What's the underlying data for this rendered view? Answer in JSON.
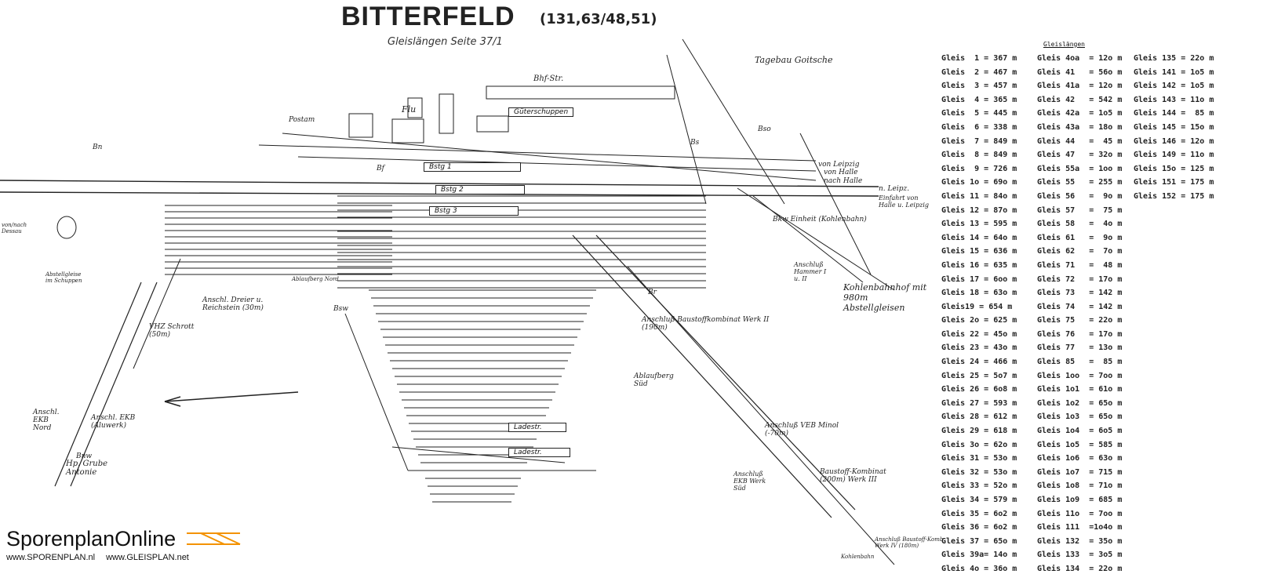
{
  "header": {
    "title": "BITTERFELD",
    "code": "(131,63/48,51)",
    "subtitle": "Gleislängen Seite 37/1"
  },
  "labels": {
    "bhf_str": "Bhf-Str.",
    "tagebau": "Tagebau Goitsche",
    "gueterschuppen": "Güterschuppen",
    "flu": "Flu",
    "postam": "Postam",
    "dessau": "von/nach Dessau",
    "bstg1": "Bstg 1",
    "bstg2": "Bstg 2",
    "bstg3": "Bstg 3",
    "ladestr1": "Ladestr.",
    "ladestr2": "Ladestr.",
    "von_leipzig": "von Leipzig",
    "von_halle": "von Halle",
    "nach_halle": "nach Halle",
    "nach_leipzig": "n. Leipz.",
    "einfahrt": "Einfahrt von Halle u. Leipzig",
    "bkw_einheit": "Bkw Einheit (Kohlenbahn)",
    "hammer": "Anschluß Hammer I u. II",
    "kohlenbahnhof": "Kohlenbahnhof mit 980m Abstellgleisen",
    "schuppen": "Abstellgleise im Schuppen",
    "dreier": "Anschl. Dreier u. Reichstein (30m)",
    "ablaufberg_nord": "Ablaufberg Nord",
    "ablaufberg_sued": "Ablaufberg Süd",
    "vhz": "VHZ Schrott (50m)",
    "ekb_nord": "Anschl. EKB Nord",
    "ekb_aluwerk": "Anschl. EKB (Aluwerk)",
    "grube": "Hp. Grube Antonie",
    "baustoff2": "Anschluß Baustoffkombinat Werk II (190m)",
    "minol": "Anschluß VEB Minol (-70m)",
    "baustoff3": "Baustoff-Kombinat (200m) Werk III",
    "ekb_sued": "Anschluß EKB Werk Süd",
    "baustoff4": "Anschluß Baustoff-Komb. Werk IV (180m)",
    "kohlenbahn": "Kohlenbahn",
    "stellwerke": [
      "Bn",
      "Bf",
      "Bs",
      "Bso",
      "Br",
      "Bsw",
      "Bnw"
    ]
  },
  "gleislaengen": {
    "header": "Gleislängen",
    "columns": [
      [
        "Gleis  1 = 367 m",
        "Gleis  2 = 467 m",
        "Gleis  3 = 457 m",
        "Gleis  4 = 365 m",
        "Gleis  5 = 445 m",
        "Gleis  6 = 338 m",
        "Gleis  7 = 849 m",
        "Gleis  8 = 849 m",
        "Gleis  9 = 726 m",
        "Gleis 1o = 69o m",
        "Gleis 11 = 84o m",
        "Gleis 12 = 87o m",
        "Gleis 13 = 595 m",
        "Gleis 14 = 64o m",
        "Gleis 15 = 636 m",
        "Gleis 16 = 635 m",
        "Gleis 17 = 6oo m",
        "Gleis 18 = 63o m",
        "Gleis19 = 654 m",
        "Gleis 2o = 625 m",
        "Gleis 22 = 45o m",
        "Gleis 23 = 43o m",
        "Gleis 24 = 466 m",
        "Gleis 25 = 5o7 m",
        "Gleis 26 = 6o8 m",
        "Gleis 27 = 593 m",
        "Gleis 28 = 612 m",
        "Gleis 29 = 618 m",
        "Gleis 3o = 62o m",
        "Gleis 31 = 53o m",
        "Gleis 32 = 53o m",
        "Gleis 33 = 52o m",
        "Gleis 34 = 579 m",
        "Gleis 35 = 6o2 m",
        "Gleis 36 = 6o2 m",
        "Gleis 37 = 65o m",
        "Gleis 39a= 14o m",
        "Gleis 4o = 36o m"
      ],
      [
        "Gleis 4oa  = 12o m",
        "Gleis 41   = 56o m",
        "Gleis 41a  = 12o m",
        "Gleis 42   = 542 m",
        "Gleis 42a  = 1o5 m",
        "Gleis 43a  = 18o m",
        "Gleis 44   =  45 m",
        "Gleis 47   = 32o m",
        "Gleis 55a  = 1oo m",
        "Gleis 55   = 255 m",
        "Gleis 56   =  9o m",
        "Gleis 57   =  75 m",
        "Gleis 58   =  4o m",
        "Gleis 61   =  9o m",
        "Gleis 62   =  7o m",
        "Gleis 71   =  48 m",
        "Gleis 72   = 17o m",
        "Gleis 73   = 142 m",
        "Gleis 74   = 142 m",
        "Gleis 75   = 22o m",
        "Gleis 76   = 17o m",
        "Gleis 77   = 13o m",
        "Gleis 85   =  85 m",
        "Gleis 1oo  = 7oo m",
        "Gleis 1o1  = 61o m",
        "Gleis 1o2  = 65o m",
        "Gleis 1o3  = 65o m",
        "Gleis 1o4  = 6o5 m",
        "Gleis 1o5  = 585 m",
        "Gleis 1o6  = 63o m",
        "Gleis 1o7  = 715 m",
        "Gleis 1o8  = 71o m",
        "Gleis 1o9  = 685 m",
        "Gleis 11o  = 7oo m",
        "Gleis 111  =1o4o m",
        "Gleis 132  = 35o m",
        "Gleis 133  = 3o5 m",
        "Gleis 134  = 22o m"
      ],
      [
        "Gleis 135 = 22o m",
        "Gleis 141 = 1o5 m",
        "Gleis 142 = 1o5 m",
        "Gleis 143 = 11o m",
        "Gleis 144 =  85 m",
        "Gleis 145 = 15o m",
        "Gleis 146 = 12o m",
        "Gleis 149 = 11o m",
        "Gleis 15o = 125 m",
        "Gleis 151 = 175 m",
        "Gleis 152 = 175 m"
      ]
    ]
  },
  "logo": {
    "name": "SporenplanOnline",
    "url1": "www.SPORENPLAN.nl",
    "url2": "www.GLEISPLAN.net",
    "accent": "#f39200"
  }
}
